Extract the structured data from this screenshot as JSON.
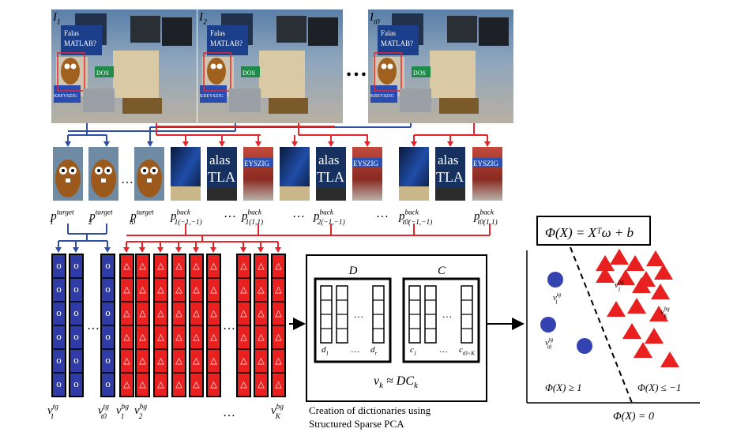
{
  "frames": {
    "labels": [
      {
        "base": "I",
        "sub": "1"
      },
      {
        "base": "I",
        "sub": "2"
      },
      {
        "base": "I",
        "sub": "t0"
      }
    ],
    "ellipsis": "…",
    "scene_text": {
      "book": "Falas MATLAB?",
      "box": "DOS",
      "mug": "KREYSZIG"
    }
  },
  "patches": {
    "target_labels": [
      {
        "base": "p",
        "sub": "1",
        "sup": "target"
      },
      {
        "base": "p",
        "sub": "2",
        "sup": "target"
      },
      {
        "base": "p",
        "sub": "t0",
        "sup": "target"
      }
    ],
    "back_labels": [
      {
        "base": "p",
        "sub": "1(−1,−1)",
        "sup": "back"
      },
      {
        "base": "p",
        "sub": "1(1,1)",
        "sup": "back"
      },
      {
        "base": "p",
        "sub": "2(−1,−1)",
        "sup": "back"
      },
      {
        "base": "p",
        "sub": "t0(−1,−1)",
        "sup": "back"
      },
      {
        "base": "p",
        "sub": "t0(1,1)",
        "sup": "back"
      }
    ],
    "patch_text": {
      "alas": "alas",
      "tla": "TLA",
      "kreyszig": "EYSZIG"
    }
  },
  "vectors": {
    "circle_glyph": "o",
    "triangle_glyph": "△",
    "labels": [
      {
        "base": "v",
        "sub": "1",
        "sup": "tg"
      },
      {
        "base": "v",
        "sub": "t0",
        "sup": "tg"
      },
      {
        "base": "v",
        "sub": "1",
        "sup": "bg"
      },
      {
        "base": "v",
        "sub": "2",
        "sup": "bg"
      },
      {
        "base": "v",
        "sub": "K",
        "sup": "bg"
      }
    ]
  },
  "dictionary": {
    "title_D": "D",
    "title_C": "C",
    "d_labels": [
      "d1",
      "…",
      "dr"
    ],
    "c_labels": [
      "c1",
      "…",
      "ct0+K"
    ],
    "equation": "vk ≈ DCk",
    "caption_line1": "Creation of dictionaries using",
    "caption_line2": "Structured Sparse PCA"
  },
  "classifier": {
    "equation": "Φ(X) = Xᵀω + b",
    "region_target": "Φ(X) ≥ 1",
    "region_back": "Φ(X) ≤ −1",
    "boundary": "Φ(X) = 0",
    "labels": {
      "v1tg": {
        "base": "v",
        "sub": "1",
        "sup": "tg"
      },
      "vt0tg": {
        "base": "v",
        "sub": "t0",
        "sup": "tg"
      },
      "v1bg": {
        "base": "v",
        "sub": "1",
        "sup": "bg"
      },
      "vKbg": {
        "base": "v",
        "sub": "K",
        "sup": "bg"
      }
    }
  },
  "colors": {
    "blue": "#2e4ea8",
    "blue_fill": "#2f3ca6",
    "red": "#e8242a",
    "red_fill": "#e82020",
    "dark_red": "#b81414"
  }
}
